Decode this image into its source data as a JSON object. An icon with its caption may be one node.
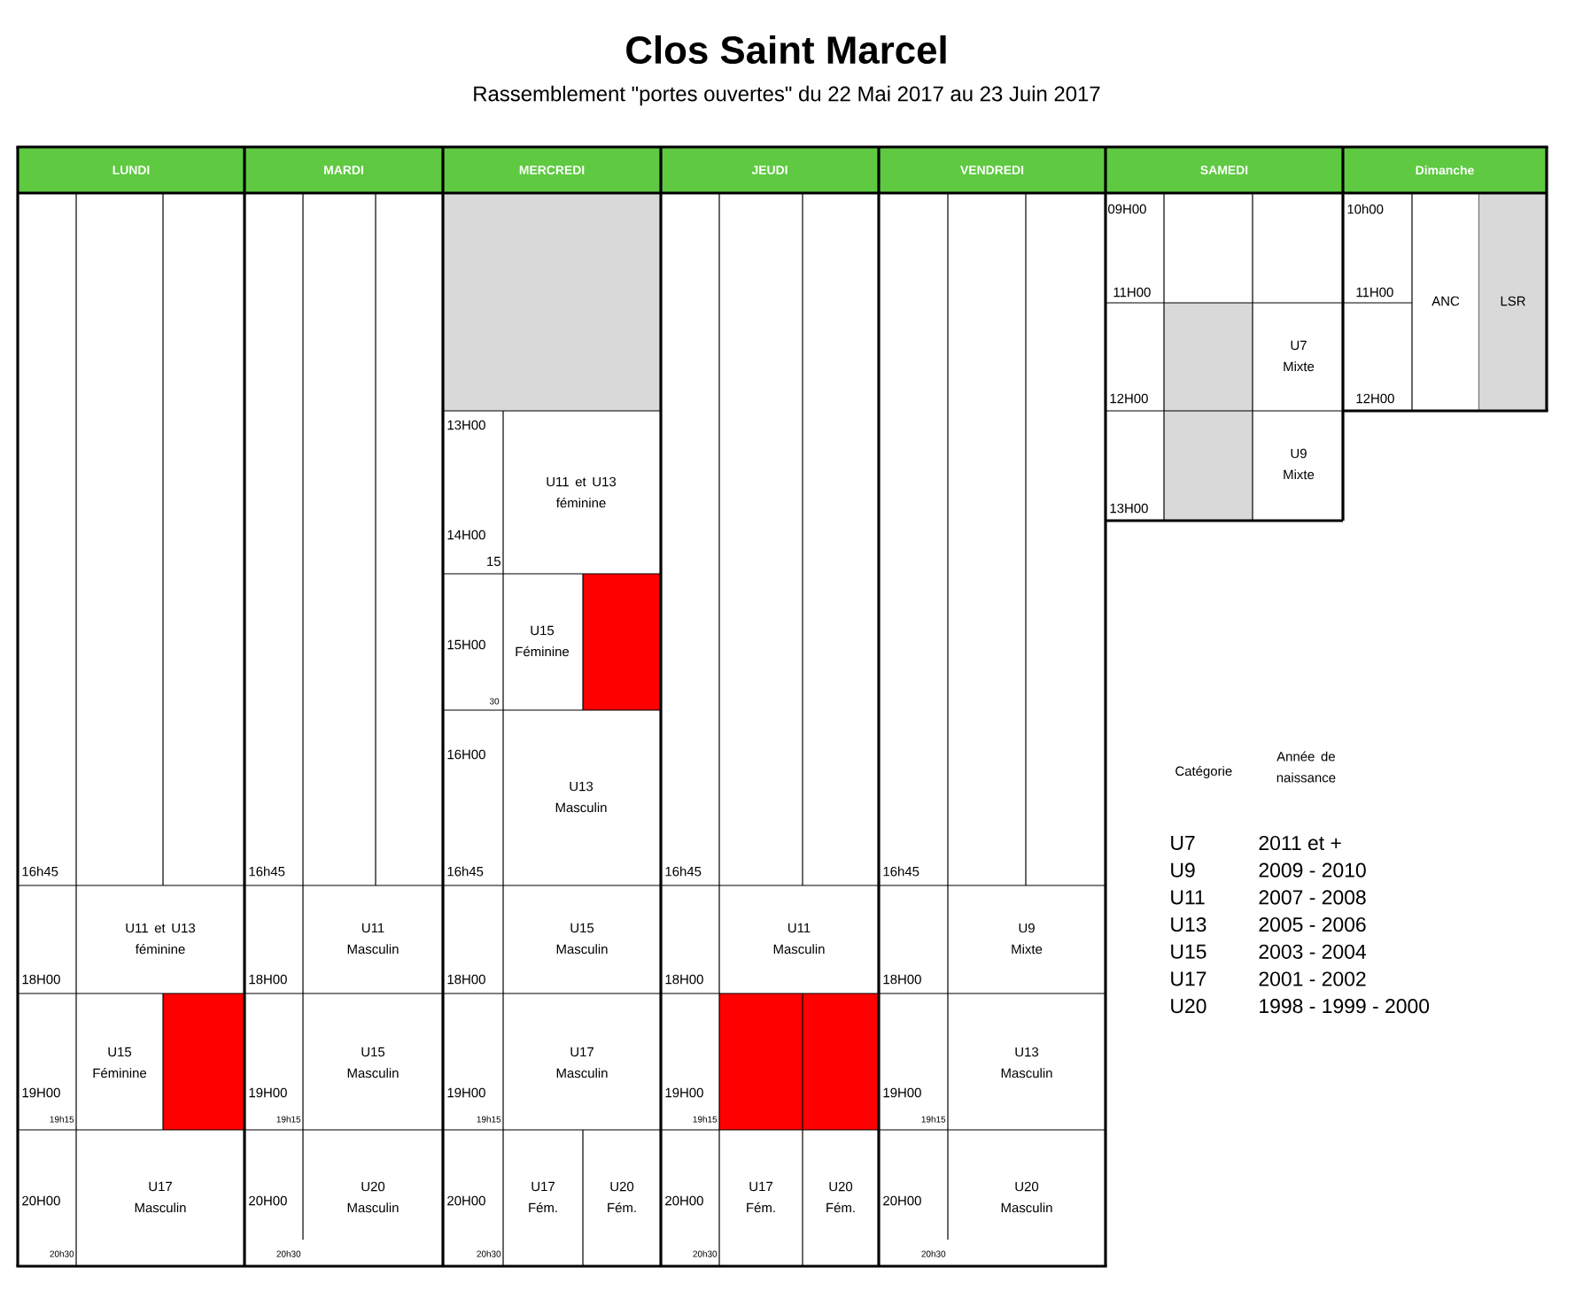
{
  "diagram": {
    "title": "Clos Saint Marcel",
    "caption": "Rassemblement \"portes ouvertes\" du 22 Mai 2017 au 23 Juin 2017",
    "labels": [
      "LUNDI",
      "MARDI",
      "MERCREDI",
      "JEUDI",
      "VENDREDI",
      "SAMEDI",
      "Dimanche",
      "09H00",
      "10h00",
      "11H00",
      "11H00",
      "ANC",
      "LSR",
      "U7 Mixte",
      "12H00",
      "12H00",
      "13H00",
      "U11 et U13 féminine",
      "U9 Mixte",
      "13H00",
      "14H00",
      "15",
      "15H00",
      "U15 Féminine",
      "30",
      "16H00",
      "U13 Masculin",
      "Catégorie",
      "Année de naissance",
      "16h45",
      "16h45",
      "16h45",
      "16h45",
      "16h45",
      "U11 et U13 féminine",
      "18H00",
      "U11 Masculin",
      "18H00",
      "U15 Masculin",
      "18H00",
      "U11 Masculin",
      "18H00",
      "U9 Mixte",
      "18H00",
      "U15 Féminine",
      "19H00",
      "19h15",
      "U15 Masculin",
      "19H00",
      "19h15",
      "U17 Masculin",
      "19H00",
      "19h15",
      "19H00",
      "19h15",
      "U13 Masculin",
      "19H00",
      "19h15",
      "U17 Masculin",
      "20H00",
      "20h30",
      "U20 Masculin",
      "20H00",
      "20h30",
      "U17 Fém.",
      "U20 Fém.",
      "20H00",
      "20h30",
      "U17 Fém.",
      "U20 Fém.",
      "20H00",
      "20h30",
      "U20 Masculin",
      "20H00",
      "20h30",
      "U7",
      "2011 et +",
      "U9",
      "2009 - 2010",
      "U11",
      "2007 - 2008",
      "U13",
      "2005 - 2006",
      "U15",
      "2003 - 2004",
      "U17",
      "2001 - 2002",
      "U20",
      "1998 - 1999 - 2000"
    ]
  }
}
